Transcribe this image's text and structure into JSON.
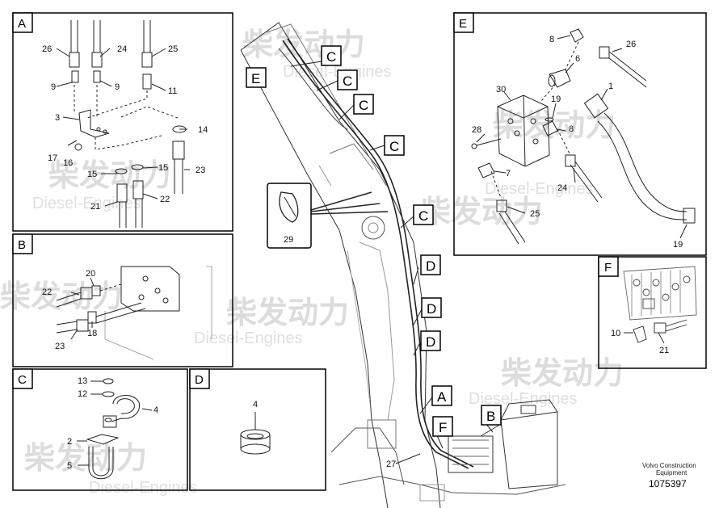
{
  "watermark": {
    "brand": "柴发动力",
    "sub": "Diesel-Engines"
  },
  "panels": {
    "A": {
      "letter": "A",
      "labels": {
        "p26": "26",
        "p24": "24",
        "p25": "25",
        "p9a": "9",
        "p9b": "9",
        "p11": "11",
        "p3": "3",
        "p14": "14",
        "p17": "17",
        "p16": "16",
        "p15a": "15",
        "p15b": "15",
        "p23": "23",
        "p21": "21",
        "p22": "22"
      }
    },
    "B": {
      "letter": "B",
      "labels": {
        "p20": "20",
        "p22": "22",
        "p23": "23",
        "p18": "18"
      }
    },
    "C": {
      "letter": "C",
      "labels": {
        "p13": "13",
        "p12": "12",
        "p4": "4",
        "p2": "2",
        "p5": "5"
      }
    },
    "D": {
      "letter": "D",
      "labels": {
        "p4": "4"
      }
    },
    "E": {
      "letter": "E",
      "labels": {
        "p8a": "8",
        "p26": "26",
        "p6": "6",
        "p30": "30",
        "p1": "1",
        "p19a": "19",
        "p28": "28",
        "p8b": "8",
        "p7": "7",
        "p24": "24",
        "p25": "25",
        "p19b": "19"
      }
    },
    "F": {
      "letter": "F",
      "labels": {
        "p10": "10",
        "p21": "21"
      }
    }
  },
  "main": {
    "callouts": {
      "E": "E",
      "C1": "C",
      "C2": "C",
      "C3": "C",
      "C4": "C",
      "C5": "C",
      "D1": "D",
      "D2": "D",
      "D3": "D",
      "A": "A",
      "F": "F",
      "B": "B"
    },
    "clamp_label": "29",
    "hose_label": "27"
  },
  "footer": {
    "company_line1": "Volvo Construction",
    "company_line2": "Equipment",
    "drawing_number": "1075397"
  }
}
